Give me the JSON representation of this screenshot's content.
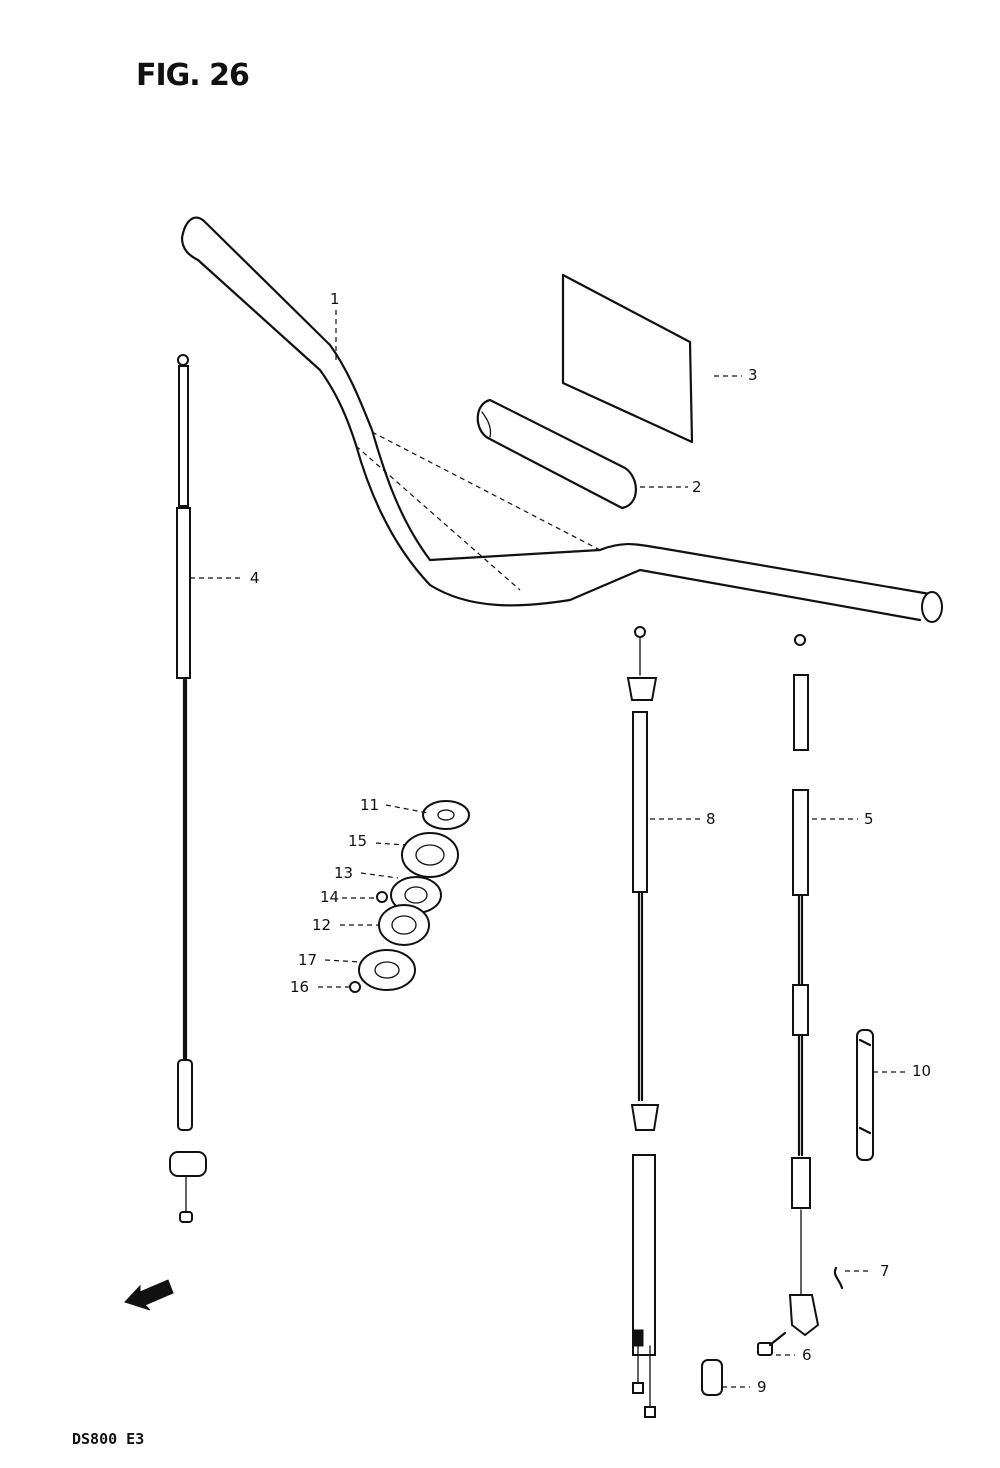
{
  "figure": {
    "title": "FIG. 26",
    "model_code": "DS800  E3"
  },
  "callouts": [
    {
      "id": "1",
      "part": "handlebar"
    },
    {
      "id": "2",
      "part": "handlebar-pad"
    },
    {
      "id": "3",
      "part": "plate"
    },
    {
      "id": "4",
      "part": "throttle-cable"
    },
    {
      "id": "5",
      "part": "clutch-cable"
    },
    {
      "id": "6",
      "part": "bolt"
    },
    {
      "id": "7",
      "part": "cotter-pin"
    },
    {
      "id": "8",
      "part": "front-brake-cable"
    },
    {
      "id": "9",
      "part": "cap"
    },
    {
      "id": "10",
      "part": "cable-guide"
    },
    {
      "id": "11",
      "part": "nut"
    },
    {
      "id": "12",
      "part": "cushion"
    },
    {
      "id": "13",
      "part": "washer"
    },
    {
      "id": "14",
      "part": "small-washer"
    },
    {
      "id": "15",
      "part": "cushion"
    },
    {
      "id": "16",
      "part": "small-washer"
    },
    {
      "id": "17",
      "part": "holder"
    }
  ],
  "fwd_indicator": {
    "label": "FWD"
  }
}
